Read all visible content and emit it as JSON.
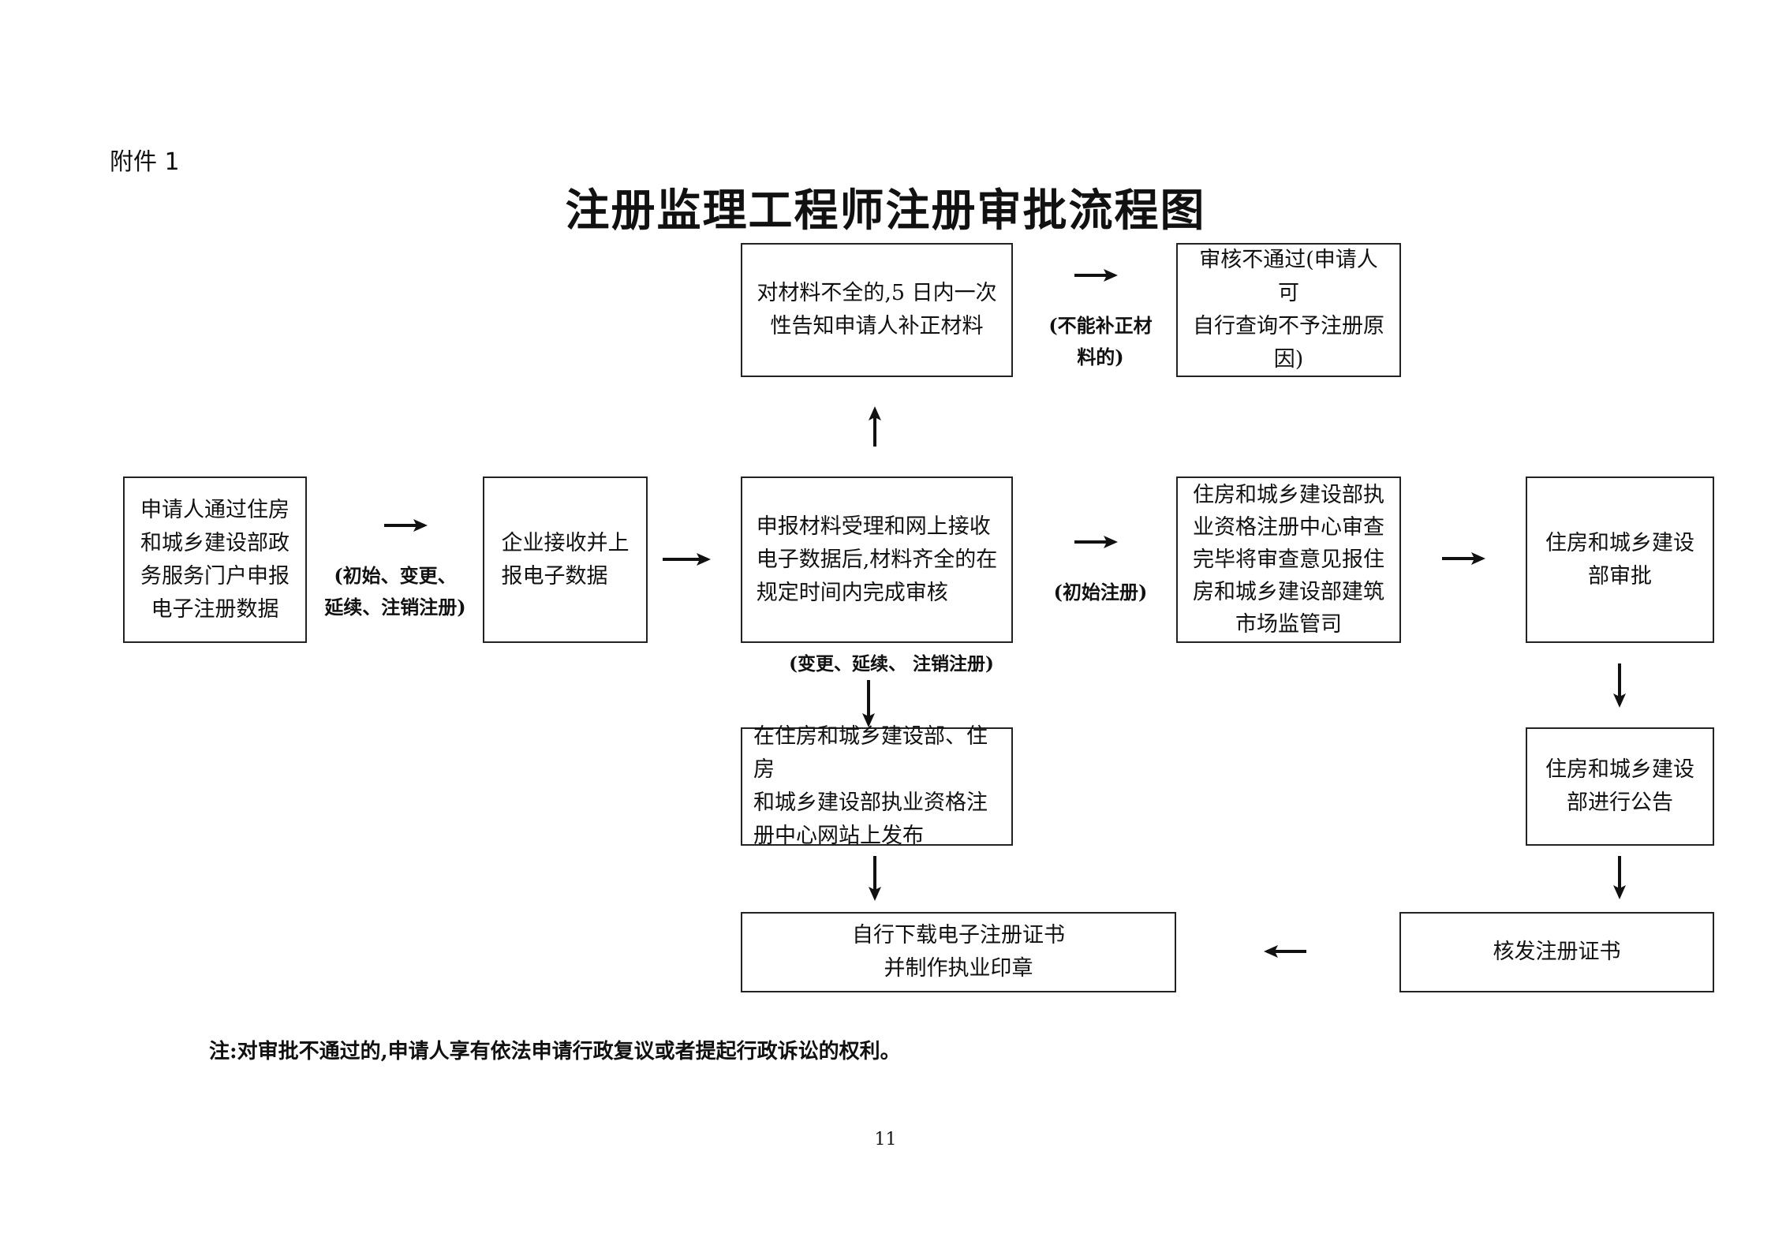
{
  "header": {
    "attachment": "附件 1",
    "title": "注册监理工程师注册审批流程图"
  },
  "boxes": {
    "applicant": "申请人通过住房\n和城乡建设部政\n务服务门户申报\n电子注册数据",
    "company": "企业接收并上\n报电子数据",
    "review": "申报材料受理和网上接收\n电子数据后,材料齐全的在\n规定时间内完成审核",
    "incomplete": "对材料不全的,5 日内一次\n性告知申请人补正材料",
    "rejected": "审核不通过(申请人可\n自行查询不予注册原\n因)",
    "center": "住房和城乡建设部执\n业资格注册中心审查\n完毕将审查意见报住\n房和城乡建设部建筑\n市场监管司",
    "ministry_approve": "住房和城乡建设\n部审批",
    "publish": "在住房和城乡建设部、住房\n和城乡建设部执业资格注\n册中心网站上发布",
    "announce": "住房和城乡建设\n部进行公告",
    "certificate": "核发注册证书",
    "download": "自行下载电子注册证书\n并制作执业印章"
  },
  "labels": {
    "all_types": "(初始、变更、\n延续、注销注册)",
    "cannot_supplement": "(不能补正材\n料的)",
    "initial": "(初始注册)",
    "change_types": "(变更、延续、 注销注册)"
  },
  "footer": {
    "note": "注:对审批不通过的,申请人享有依法申请行政复议或者提起行政诉讼的权利。",
    "page_number": "11"
  }
}
